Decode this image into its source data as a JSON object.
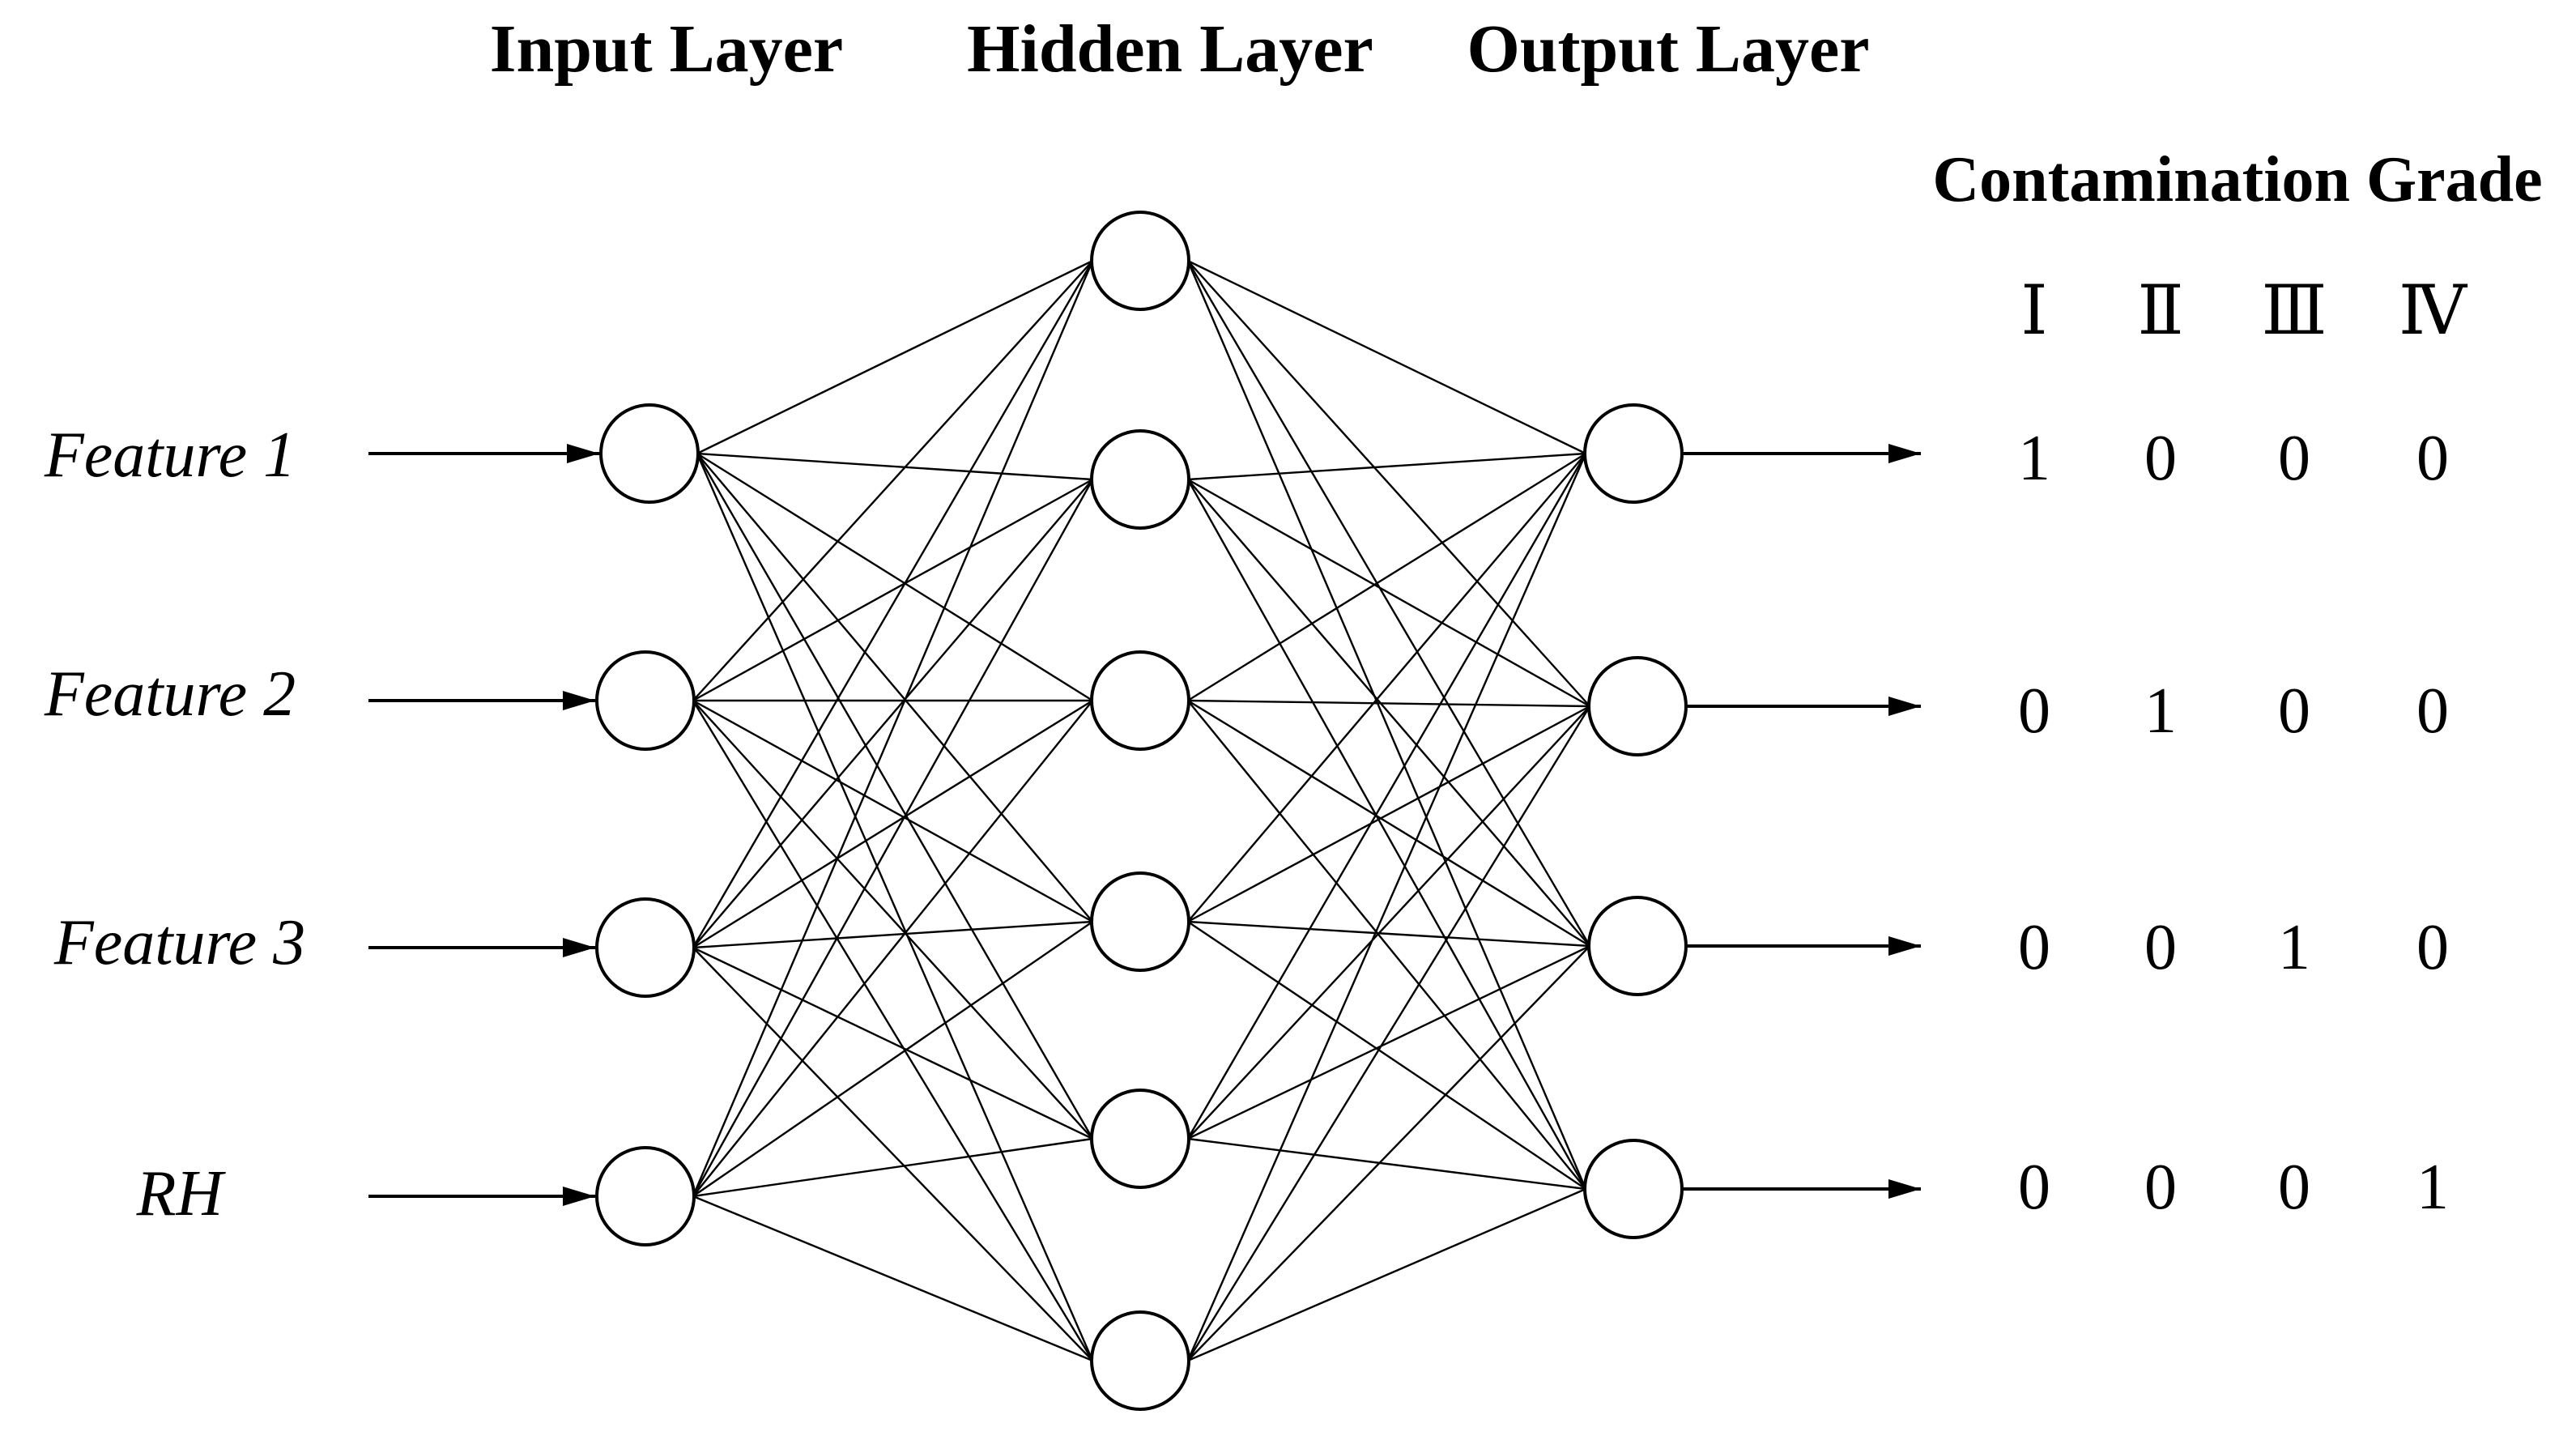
{
  "layers": {
    "input": {
      "title": "Input Layer",
      "node_count": 4
    },
    "hidden": {
      "title": "Hidden Layer",
      "node_count": 6
    },
    "output": {
      "title": "Output Layer",
      "node_count": 4
    }
  },
  "inputs": [
    "Feature 1",
    "Feature 2",
    "Feature 3",
    "RH"
  ],
  "contamination_grade": {
    "title": "Contamination Grade",
    "columns": [
      "Ⅰ",
      "Ⅱ",
      "Ⅲ",
      "Ⅳ"
    ],
    "rows": [
      [
        "1",
        "0",
        "0",
        "0"
      ],
      [
        "0",
        "1",
        "0",
        "0"
      ],
      [
        "0",
        "0",
        "1",
        "0"
      ],
      [
        "0",
        "0",
        "0",
        "1"
      ]
    ]
  },
  "colors": {
    "stroke": "#000000",
    "node_fill": "#ffffff",
    "background": "#ffffff"
  }
}
